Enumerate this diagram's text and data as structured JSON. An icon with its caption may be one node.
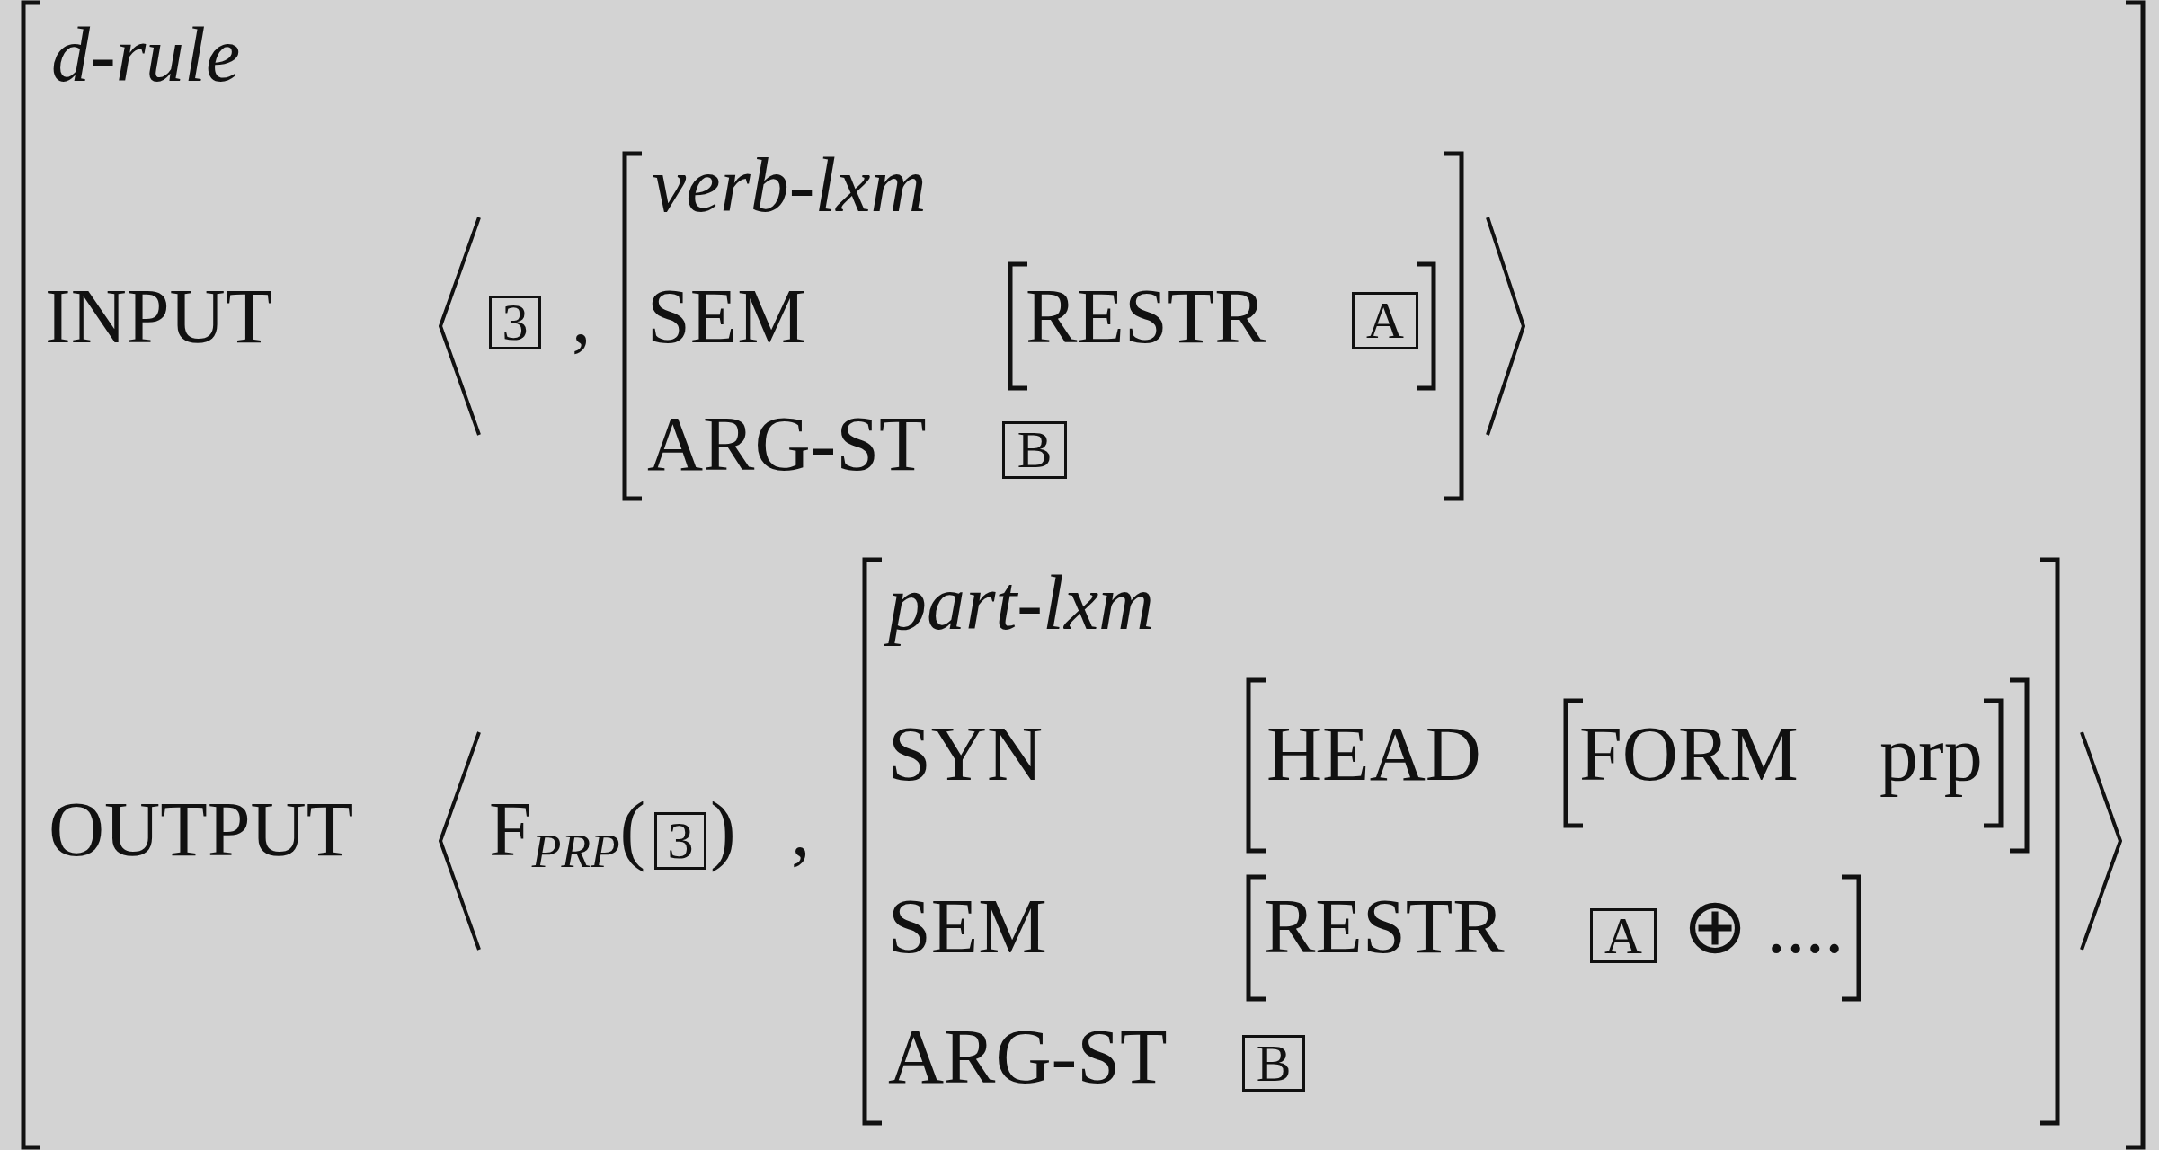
{
  "diagram": {
    "nodes": [
      {
        "text": [
          "d-rule",
          "INPUT",
          "OUTPUT"
        ]
      },
      {
        "text": [
          "3"
        ],
        "in": 0
      },
      {
        "text": [
          "verb-lxm",
          "SEM",
          "ARG-ST"
        ],
        "in": 0
      },
      {
        "text": [
          "RESTR"
        ],
        "in": 2
      },
      {
        "text": [
          "A"
        ],
        "in": 3
      },
      {
        "text": [
          "B"
        ],
        "in": 2
      },
      {
        "text": [
          "3"
        ],
        "in": 0
      },
      {
        "text": [
          "part-lxm",
          "SYN",
          "SEM",
          "ARG-ST"
        ],
        "in": 0
      },
      {
        "text": [
          "HEAD"
        ],
        "in": 7
      },
      {
        "text": [
          "FORM",
          "prp"
        ],
        "in": 8
      },
      {
        "text": [
          "RESTR",
          "⊕ ...."
        ],
        "in": 7
      },
      {
        "text": [
          "A"
        ],
        "in": 10
      },
      {
        "text": [
          "B"
        ],
        "in": 7
      }
    ],
    "labels": [
      ",",
      "F$_{PRP}$(",
      ")",
      ","
    ]
  }
}
